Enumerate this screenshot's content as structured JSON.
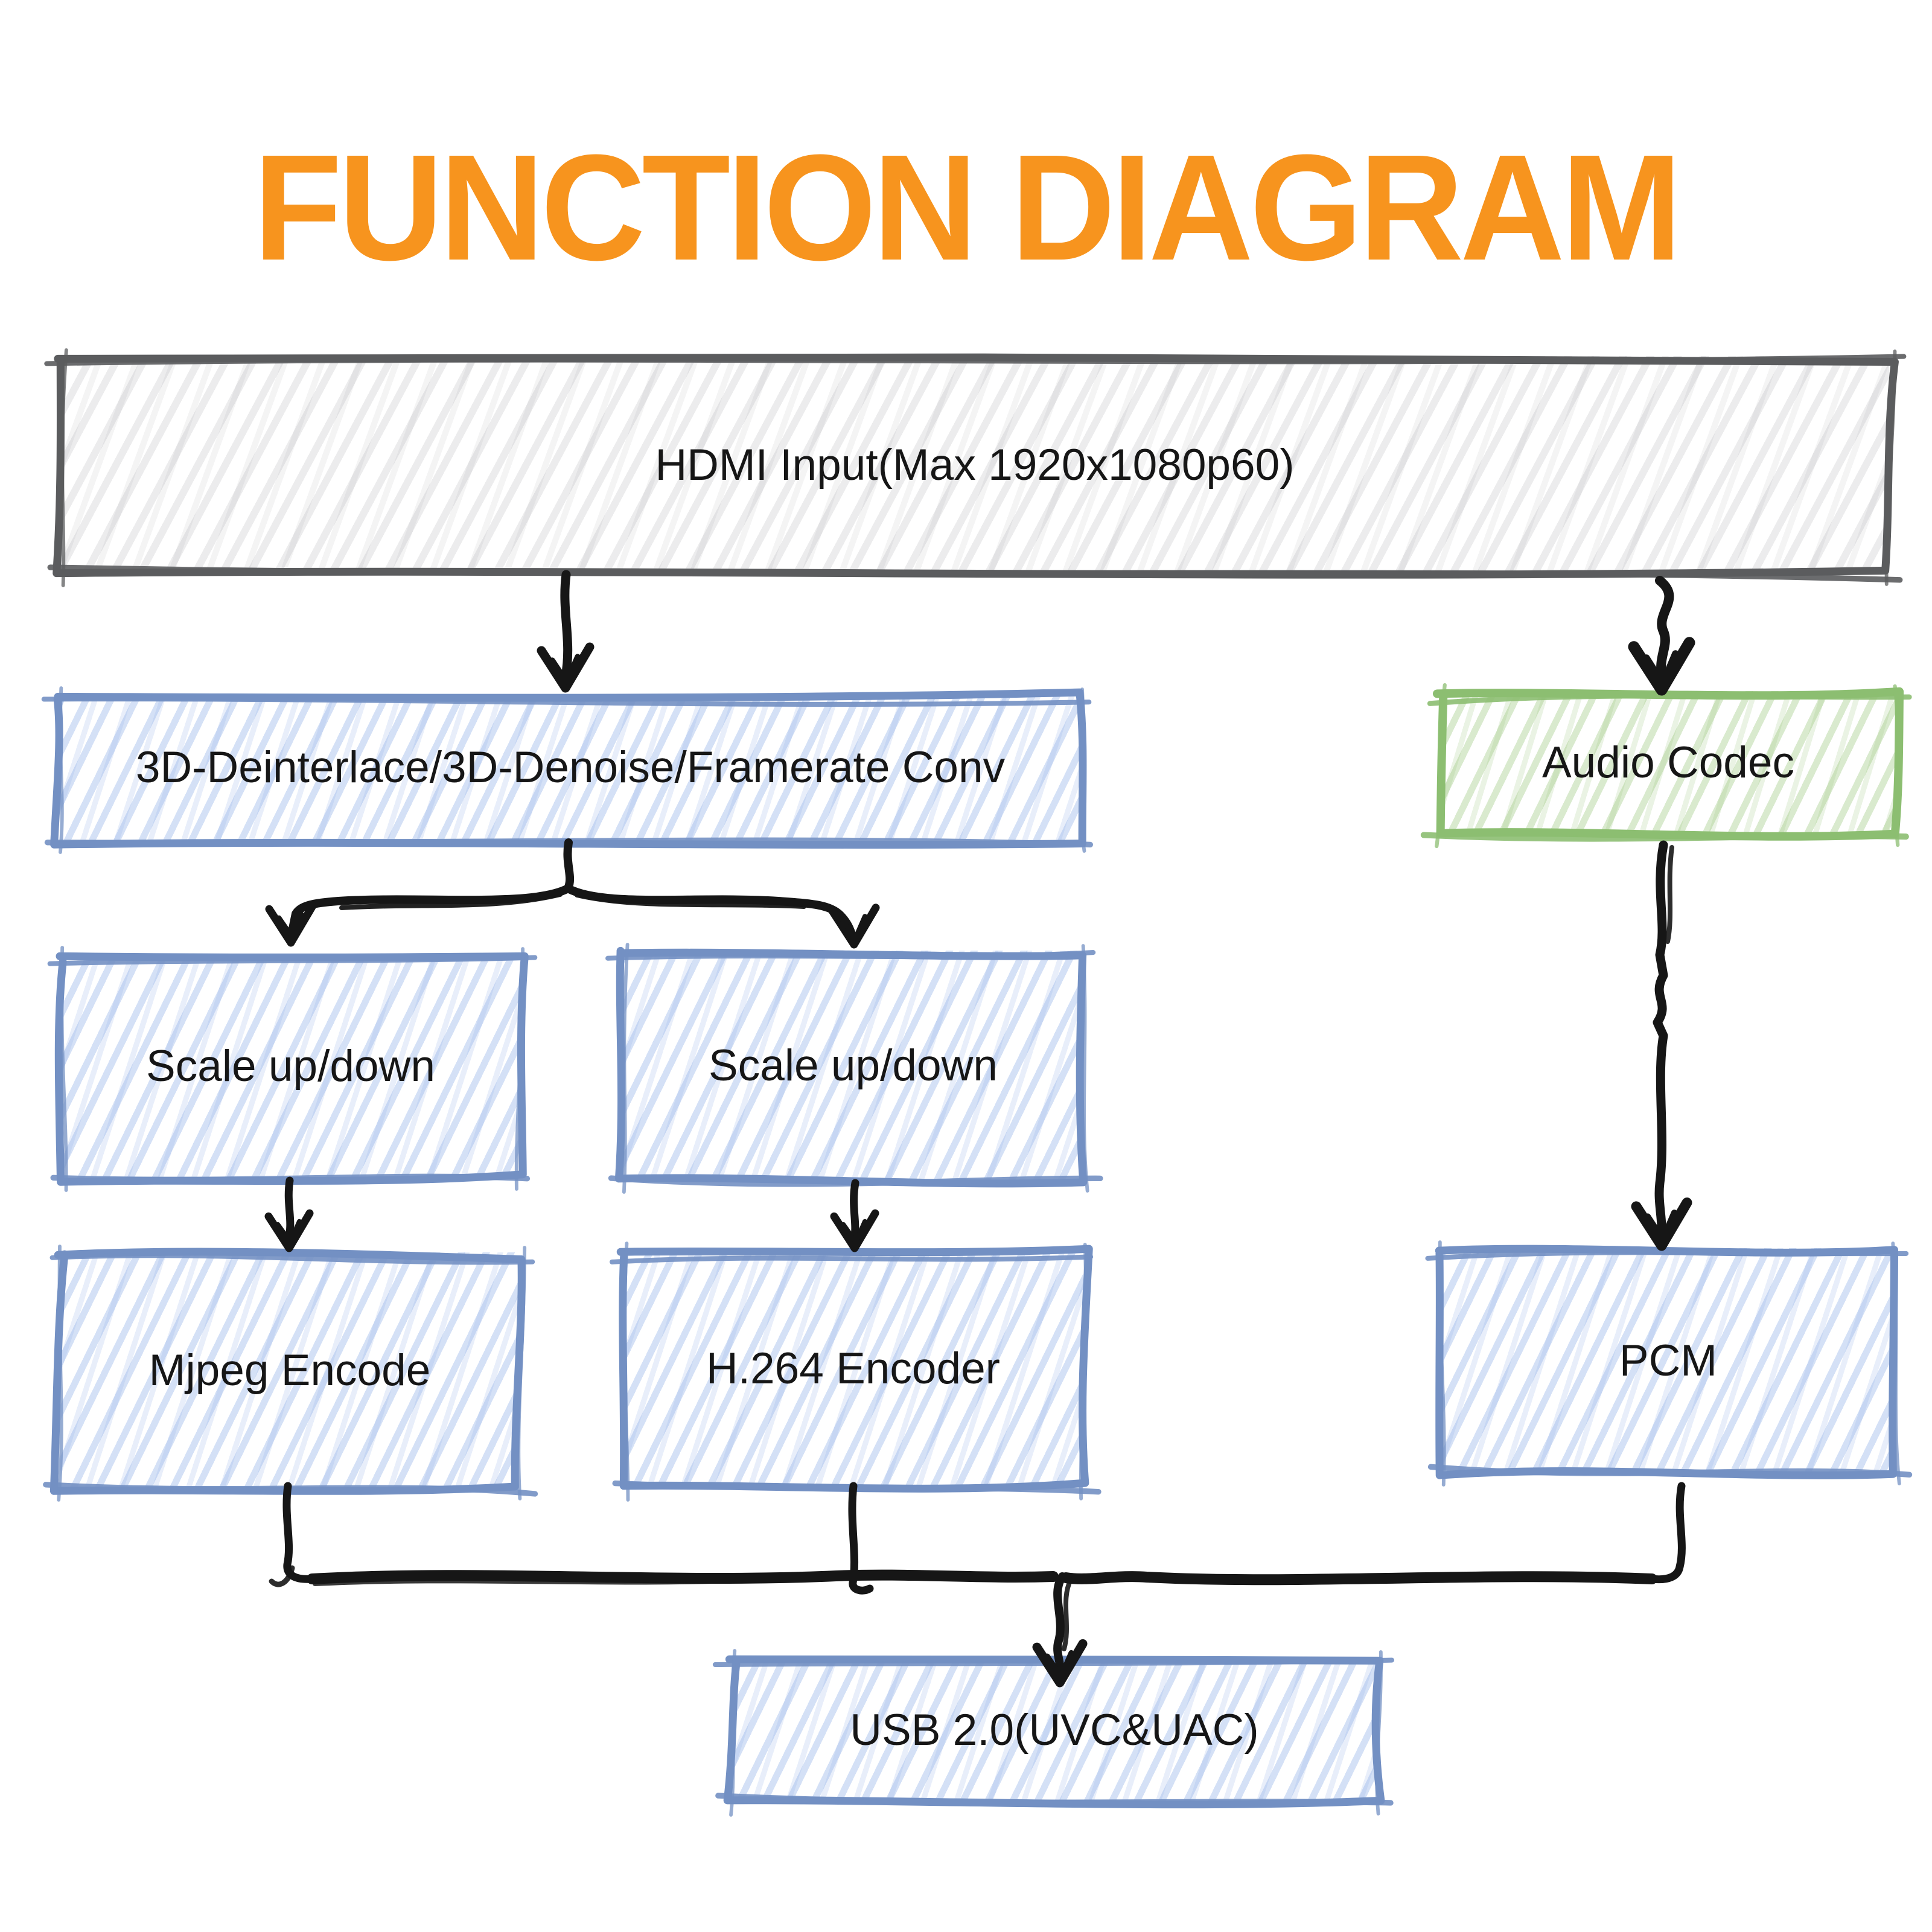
{
  "title": "FUNCTION DIAGRAM",
  "colors": {
    "title_orange": "#F7941E",
    "gray_border": "#5B5C5E",
    "blue_border": "#7390C3",
    "green_border": "#8CBE71",
    "arrow_black": "#161616",
    "label_text": "#161616"
  },
  "nodes": {
    "hdmi": {
      "label": "HDMI Input(Max 1920x1080p60)"
    },
    "conv": {
      "label": "3D-Deinterlace/3D-Denoise/Framerate Conv"
    },
    "audio": {
      "label": "Audio Codec"
    },
    "scale_left": {
      "label": "Scale up/down"
    },
    "scale_right": {
      "label": "Scale up/down"
    },
    "mjpeg": {
      "label": "Mjpeg Encode"
    },
    "h264": {
      "label": "H.264 Encoder"
    },
    "pcm": {
      "label": "PCM"
    },
    "usb": {
      "label": "USB 2.0(UVC&UAC)"
    }
  }
}
